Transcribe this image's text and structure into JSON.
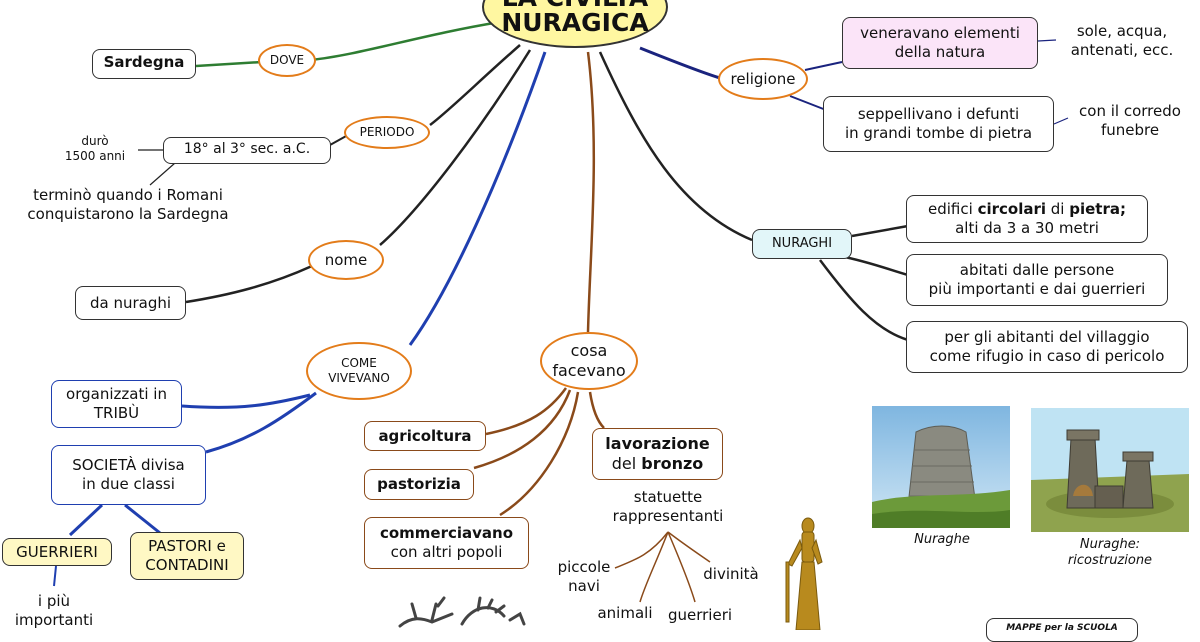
{
  "title": {
    "line1": "LA CIVILTÀ",
    "line2": "NURAGICA"
  },
  "dove": {
    "label": "DOVE",
    "value": "Sardegna"
  },
  "periodo": {
    "label": "PERIODO",
    "value": "18° al 3° sec. a.C.",
    "durata": "durò\n1500 anni",
    "fine": "terminò quando i Romani\nconquistarono la Sardegna"
  },
  "nome": {
    "label": "nome",
    "value": "da nuraghi"
  },
  "come_vivevano": {
    "label": "COME\nVIVEVANO",
    "tribu": "organizzati in\nTRIBÙ",
    "societa": "SOCIETÀ divisa\nin due classi",
    "guerrieri": "GUERRIERI",
    "pastori": "PASTORI e\nCONTADINI",
    "importanti": "i più\nimportanti"
  },
  "religione": {
    "label": "religione",
    "elementi": "veneravano elementi\ndella natura",
    "esempi": "sole, acqua,\nantenati, ecc.",
    "defunti": "seppellivano i defunti\nin grandi tombe di pietra",
    "corredo": "con il corredo\nfunebre"
  },
  "nuraghi": {
    "label": "NURAGHI",
    "edifici_a": "edifici ",
    "edifici_b": "circolari",
    "edifici_c": " di ",
    "edifici_d": "pietra;",
    "edifici_e": "alti da 3 a 30 metri",
    "abitati": "abitati dalle persone\npiù importanti e dai guerrieri",
    "rifugio": "per gli abitanti del villaggio\ncome rifugio in caso di pericolo"
  },
  "cosa_facevano": {
    "label": "cosa\nfacevano",
    "agricoltura": "agricoltura",
    "pastorizia": "pastorizia",
    "commercio_bold": "commerciavano",
    "commercio_rest": "con altri popoli",
    "bronzo_a": "lavorazione",
    "bronzo_b": "del ",
    "bronzo_c": "bronzo",
    "statuette": "statuette\nrappresentanti",
    "navi": "piccole\nnavi",
    "divinita": "divinità",
    "animali": "animali",
    "guerrieri": "guerrieri"
  },
  "images": {
    "nuraghe_caption": "Nuraghe",
    "ricostruzione_caption": "Nuraghe:\nricostruzione"
  },
  "footer": {
    "badge": "MAPPE per la SCUOLA"
  },
  "colors": {
    "orange": "#e37c1a",
    "green": "#2e7d32",
    "navy": "#1a237e",
    "blue": "#1f3fb0",
    "brown": "#8a4a1a",
    "yellow": "#fff8c4",
    "pink": "#fbe4f8",
    "cyan": "#e2f6f9"
  }
}
